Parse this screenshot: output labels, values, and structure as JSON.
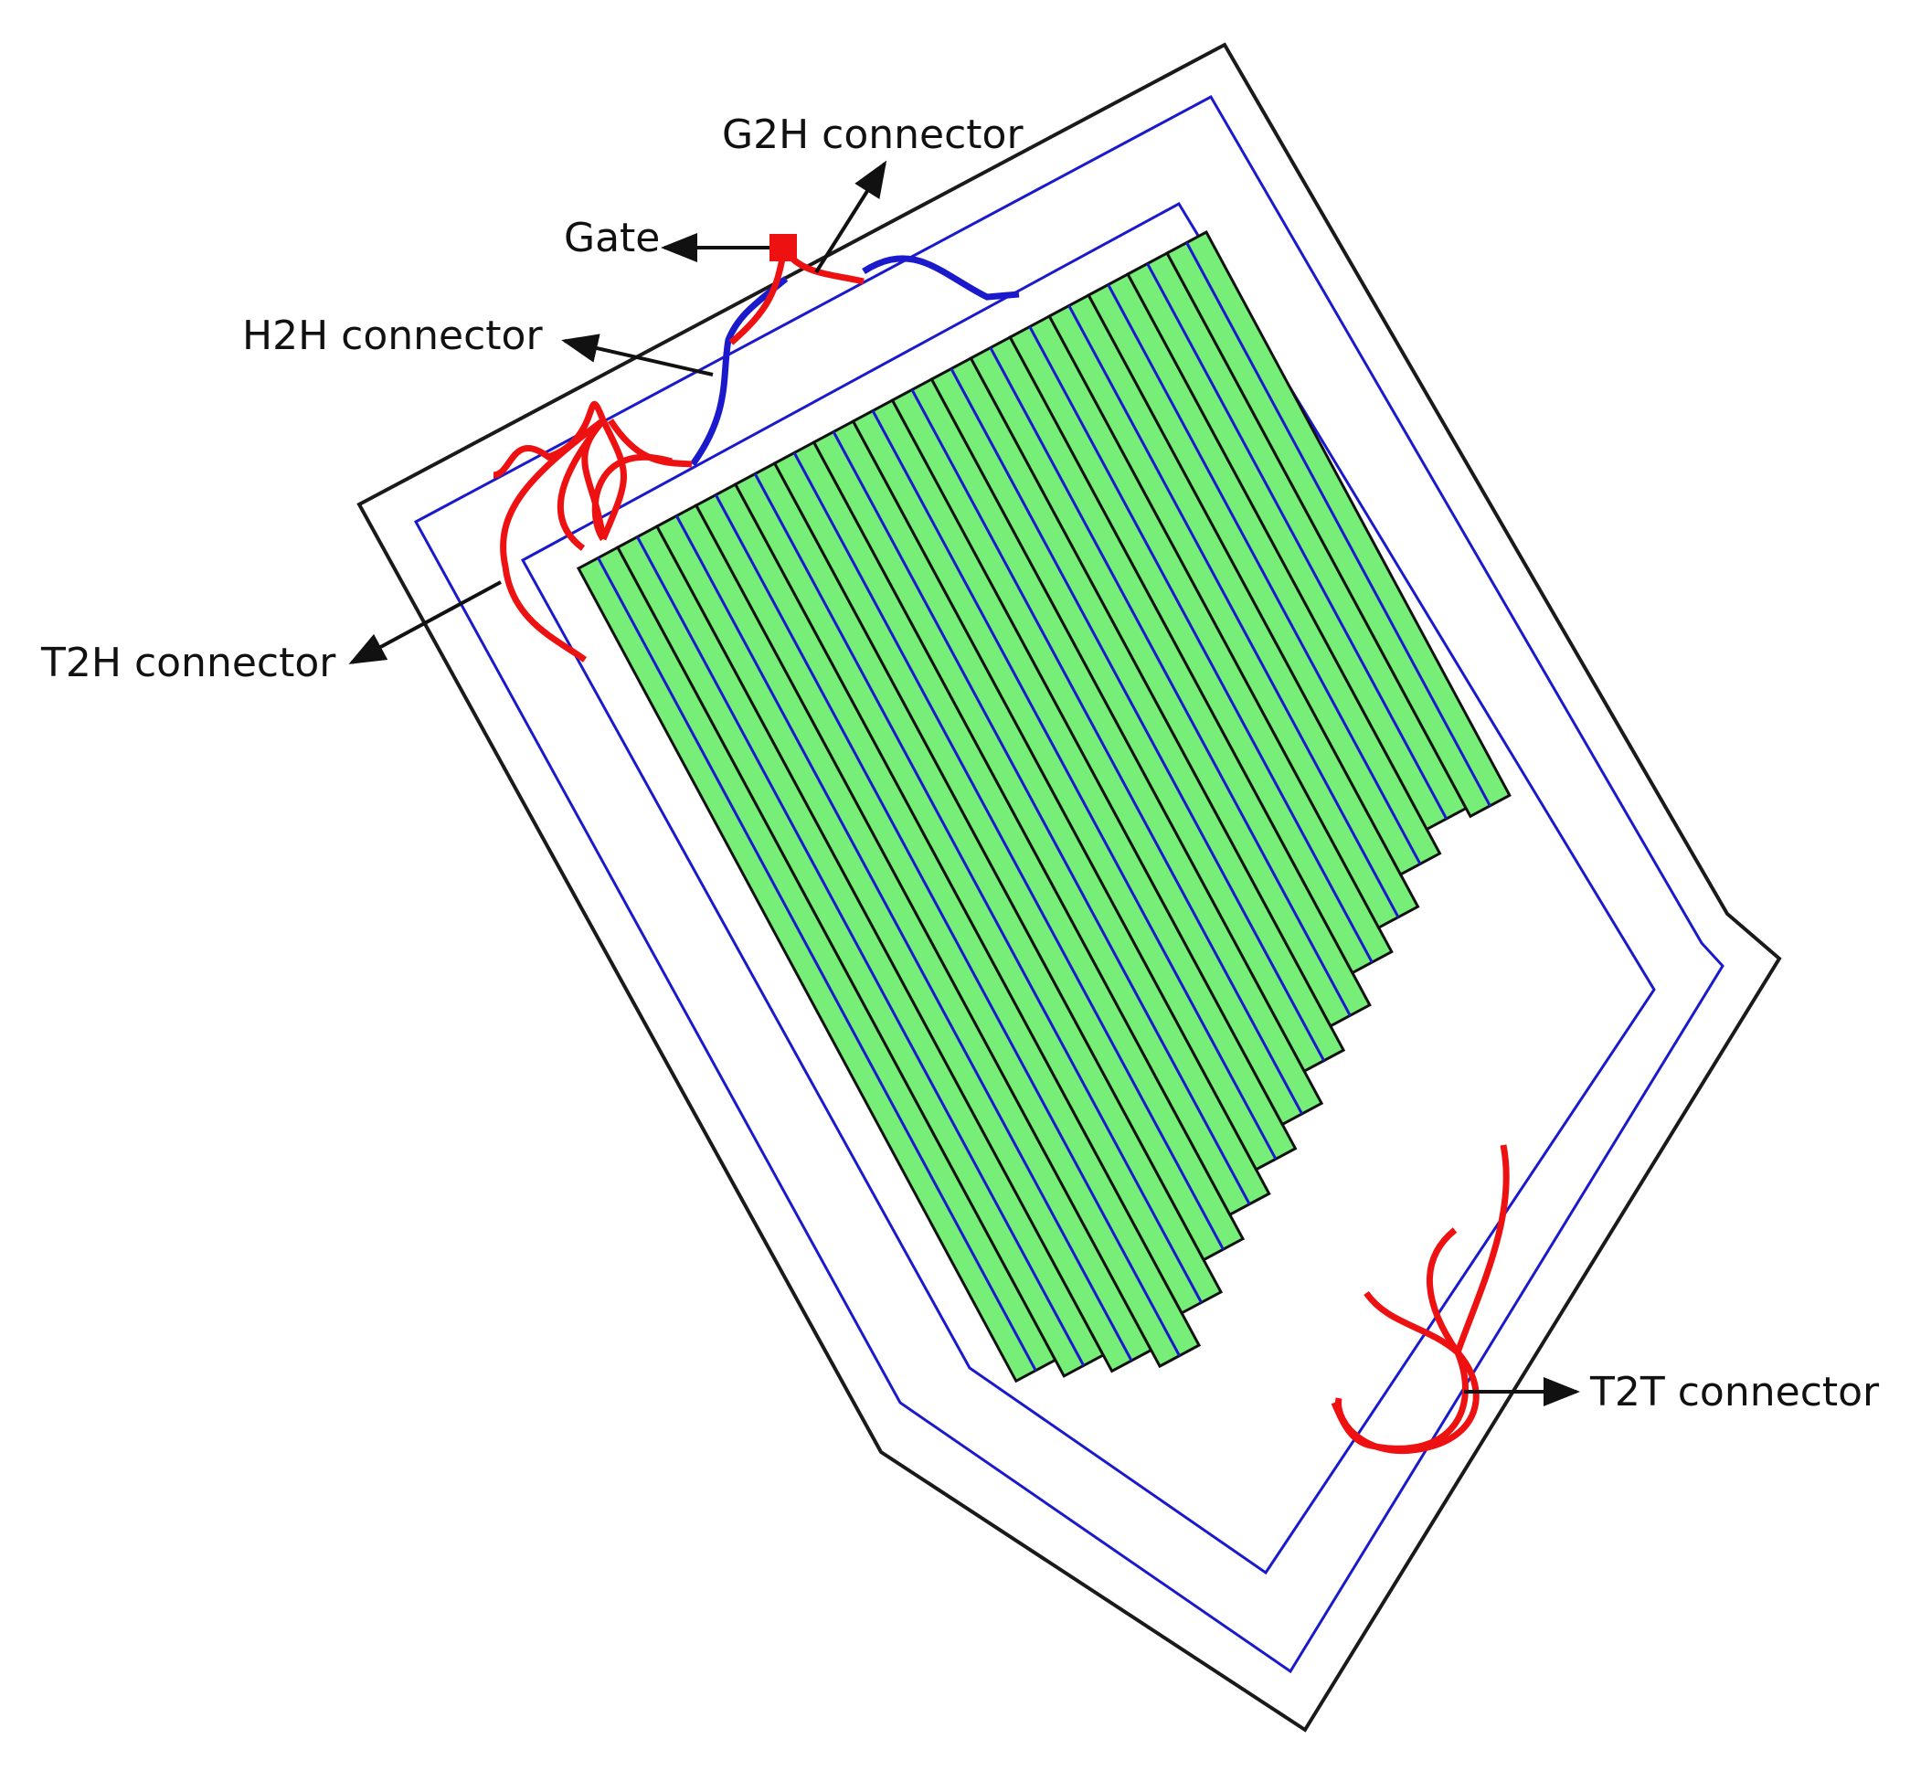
{
  "labels": {
    "g2h": "G2H connector",
    "gate": "Gate",
    "h2h": "H2H connector",
    "t2h": "T2H connector",
    "t2t": "T2T connector"
  },
  "colors": {
    "outer_boundary": "#1a1a1a",
    "headland_path": "#1a1acc",
    "strip_fill": "#77ee77",
    "strip_edge": "#111111",
    "track_path": "#1a1acc",
    "turn_connector": "#ee1111",
    "headland_connector": "#1a1acc",
    "gate_marker": "#ee1111",
    "arrow": "#111111"
  }
}
